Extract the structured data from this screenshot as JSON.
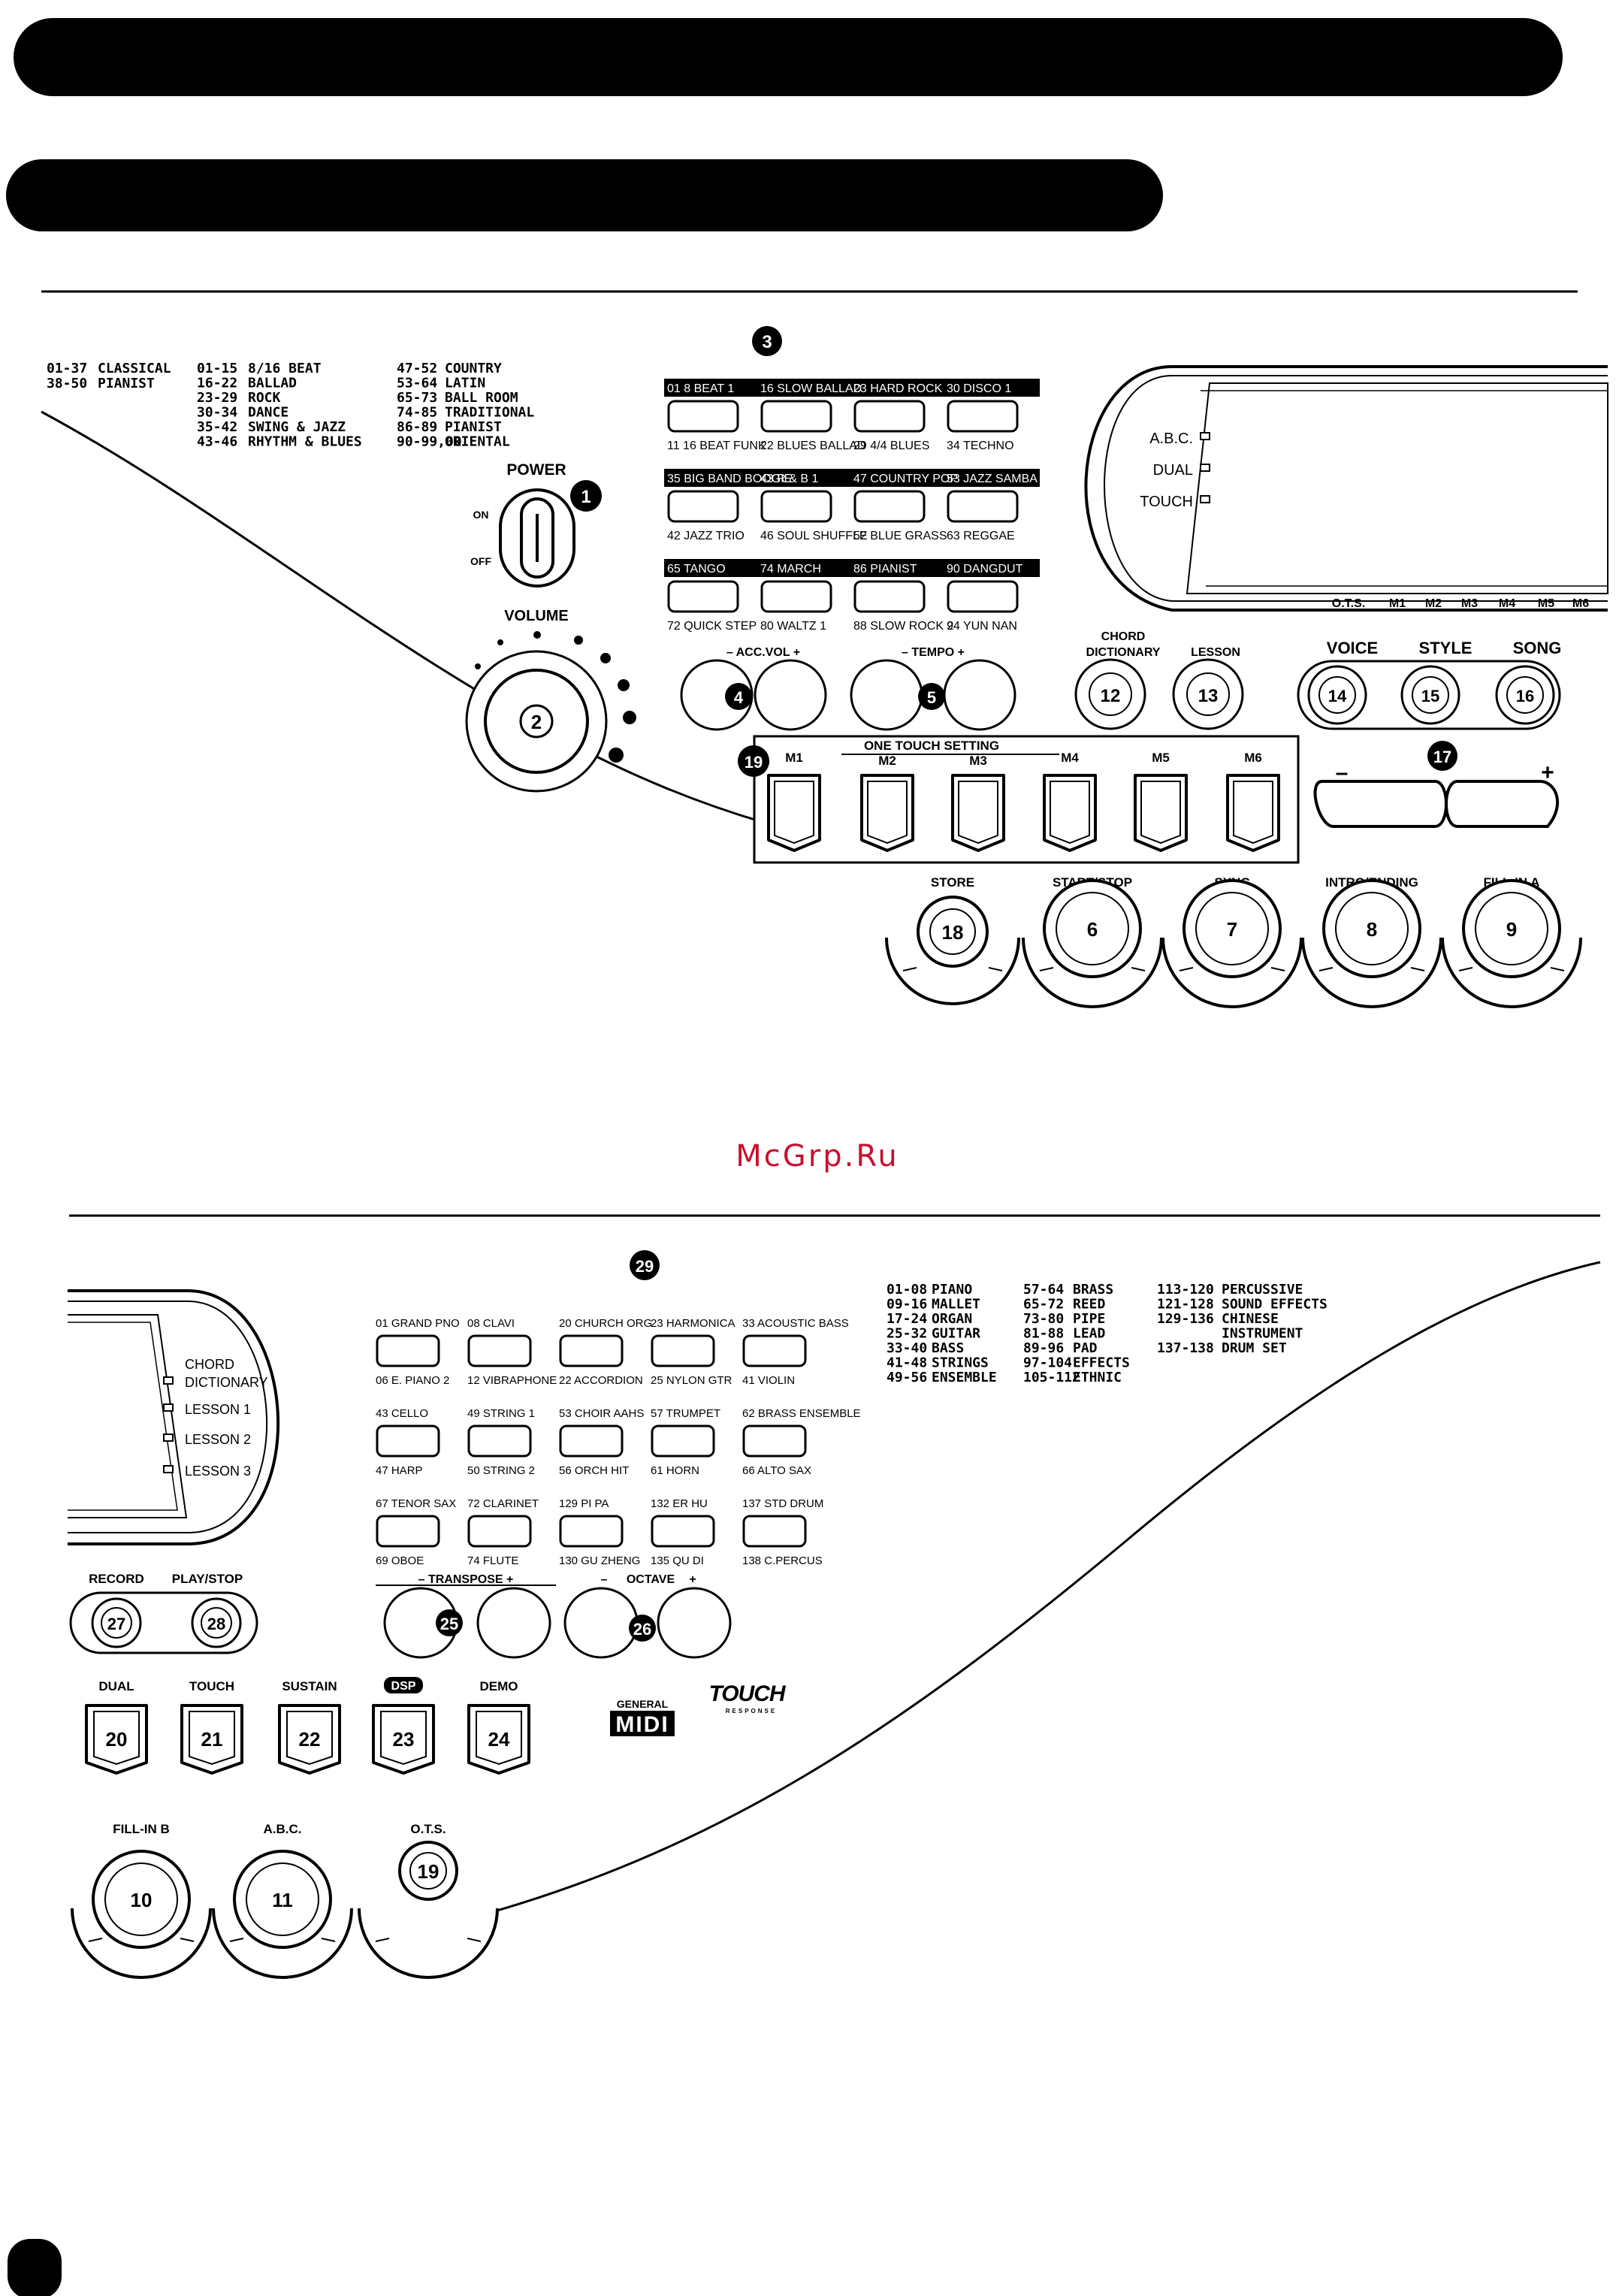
{
  "watermark": "McGrp.Ru",
  "top": {
    "style_list": {
      "col1": [
        [
          "01-37",
          "CLASSICAL"
        ],
        [
          "38-50",
          "PIANIST"
        ]
      ],
      "col2": [
        [
          "01-15",
          "8/16 BEAT"
        ],
        [
          "16-22",
          "BALLAD"
        ],
        [
          "23-29",
          "ROCK"
        ],
        [
          "30-34",
          "DANCE"
        ],
        [
          "35-42",
          "SWING & JAZZ"
        ],
        [
          "43-46",
          "RHYTHM & BLUES"
        ]
      ],
      "col3": [
        [
          "47-52",
          "COUNTRY"
        ],
        [
          "53-64",
          "LATIN"
        ],
        [
          "65-73",
          "BALL ROOM"
        ],
        [
          "74-85",
          "TRADITIONAL"
        ],
        [
          "86-89",
          "PIANIST"
        ],
        [
          "90-99,00",
          "ORIENTAL"
        ]
      ]
    },
    "power": {
      "label": "POWER",
      "on": "ON",
      "off": "OFF",
      "num": "1"
    },
    "volume": {
      "label": "VOLUME",
      "num": "2"
    },
    "style_panel": {
      "num": "3",
      "rows": [
        {
          "top": [
            "01 8 BEAT 1",
            "16 SLOW BALLAD",
            "23 HARD ROCK",
            "30 DISCO 1"
          ],
          "bottom": [
            "11 16 BEAT FUNK",
            "22 BLUES BALLAD",
            "29 4/4 BLUES",
            "34 TECHNO"
          ]
        },
        {
          "top": [
            "35 BIG BAND BOOGIE",
            "43 R & B 1",
            "47 COUNTRY POP",
            "53 JAZZ SAMBA"
          ],
          "bottom": [
            "42 JAZZ TRIO",
            "46 SOUL SHUFFLE",
            "52 BLUE GRASS",
            "63 REGGAE"
          ]
        },
        {
          "top": [
            "65 TANGO",
            "74 MARCH",
            "86 PIANIST",
            "90 DANGDUT"
          ],
          "bottom": [
            "72 QUICK STEP",
            "80 WALTZ 1",
            "88 SLOW ROCK 2",
            "94 YUN NAN"
          ]
        }
      ]
    },
    "display": {
      "indicators": [
        "A.B.C.",
        "DUAL",
        "TOUCH"
      ],
      "memory": [
        "O.T.S.",
        "M1",
        "M2",
        "M3",
        "M4",
        "M5",
        "M6"
      ]
    },
    "acc_vol": {
      "label": "– ACC.VOL +",
      "num": "4"
    },
    "tempo": {
      "label": "– TEMPO +",
      "num": "5"
    },
    "chord_dictionary": {
      "label1": "CHORD",
      "label2": "DICTIONARY",
      "num": "12"
    },
    "lesson": {
      "label": "LESSON",
      "num": "13"
    },
    "voice": {
      "label": "VOICE",
      "num": "14"
    },
    "style": {
      "label": "STYLE",
      "num": "15"
    },
    "song": {
      "label": "SONG",
      "num": "16"
    },
    "ots": {
      "title": "ONE  TOUCH  SETTING",
      "num": "19",
      "buttons": [
        "M1",
        "M2",
        "M3",
        "M4",
        "M5",
        "M6"
      ]
    },
    "data_dial": {
      "minus": "–",
      "plus": "+",
      "num": "17"
    },
    "bottom_buttons": [
      {
        "label": "STORE",
        "num": "18"
      },
      {
        "label": "START/STOP",
        "num": "6"
      },
      {
        "label": "SYNC",
        "num": "7"
      },
      {
        "label": "INTRO/ENDING",
        "num": "8"
      },
      {
        "label": "FILL-IN A",
        "num": "9"
      }
    ]
  },
  "bottom": {
    "display": {
      "indicators": [
        "CHORD",
        "DICTIONARY",
        "LESSON 1",
        "LESSON 2",
        "LESSON 3"
      ]
    },
    "voice_panel": {
      "num": "29",
      "rows": [
        {
          "top": [
            "01 GRAND PNO",
            "08 CLAVI",
            "20 CHURCH ORG",
            "23 HARMONICA",
            "33 ACOUSTIC BASS"
          ],
          "bottom": [
            "06 E. PIANO 2",
            "12 VIBRAPHONE",
            "22 ACCORDION",
            "25 NYLON GTR",
            "41 VIOLIN"
          ]
        },
        {
          "top": [
            "43 CELLO",
            "49 STRING 1",
            "53 CHOIR AAHS",
            "57 TRUMPET",
            "62 BRASS ENSEMBLE"
          ],
          "bottom": [
            "47 HARP",
            "50 STRING 2",
            "56 ORCH HIT",
            "61 HORN",
            "66 ALTO SAX"
          ]
        },
        {
          "top": [
            "67 TENOR SAX",
            "72 CLARINET",
            "129 PI PA",
            "132 ER HU",
            "137 STD DRUM"
          ],
          "bottom": [
            "69 OBOE",
            "74 FLUTE",
            "130 GU ZHENG",
            "135 QU DI",
            "138 C.PERCUS"
          ]
        }
      ]
    },
    "voice_list": {
      "col1": [
        [
          "01-08",
          "PIANO"
        ],
        [
          "09-16",
          "MALLET"
        ],
        [
          "17-24",
          "ORGAN"
        ],
        [
          "25-32",
          "GUITAR"
        ],
        [
          "33-40",
          "BASS"
        ],
        [
          "41-48",
          "STRINGS"
        ],
        [
          "49-56",
          "ENSEMBLE"
        ]
      ],
      "col2": [
        [
          "57-64",
          "BRASS"
        ],
        [
          "65-72",
          "REED"
        ],
        [
          "73-80",
          "PIPE"
        ],
        [
          "81-88",
          "LEAD"
        ],
        [
          "89-96",
          "PAD"
        ],
        [
          "97-104",
          "EFFECTS"
        ],
        [
          "105-112",
          "ETHNIC"
        ]
      ],
      "col3": [
        [
          "113-120",
          "PERCUSSIVE"
        ],
        [
          "121-128",
          "SOUND EFFECTS"
        ],
        [
          "129-136",
          "CHINESE"
        ],
        [
          "",
          "INSTRUMENT"
        ],
        [
          "137-138",
          "DRUM SET"
        ]
      ]
    },
    "record": {
      "label": "RECORD",
      "num": "27"
    },
    "play_stop": {
      "label": "PLAY/STOP",
      "num": "28"
    },
    "transpose": {
      "label": "– TRANSPOSE +",
      "num": "25"
    },
    "octave": {
      "label_minus": "–",
      "label": "OCTAVE",
      "label_plus": "+",
      "num": "26"
    },
    "small_buttons": [
      {
        "label": "DUAL",
        "num": "20"
      },
      {
        "label": "TOUCH",
        "num": "21"
      },
      {
        "label": "SUSTAIN",
        "num": "22"
      },
      {
        "label": "DSP",
        "num": "23"
      },
      {
        "label": "DEMO",
        "num": "24"
      }
    ],
    "logos": {
      "gm_top": "GENERAL",
      "gm_bottom": "MIDI",
      "touch": "TOUCH",
      "touch_sub": "RESPONSE"
    },
    "bottom_buttons": [
      {
        "label": "FILL-IN B",
        "num": "10"
      },
      {
        "label": "A.B.C.",
        "num": "11"
      },
      {
        "label": "O.T.S.",
        "num": "19"
      }
    ]
  }
}
